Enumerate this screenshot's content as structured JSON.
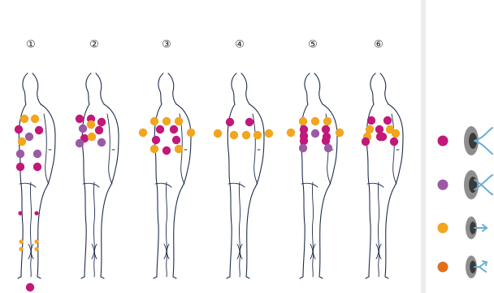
{
  "colors": {
    "magenta": "#c2187a",
    "purple": "#9c5aa6",
    "yellow": "#f2a51f",
    "orange": "#e0701c",
    "outline": "#1f2d4d",
    "divider": "#e9e9e9",
    "bubble_outer": "#8e8e8e",
    "bubble_inner": "#3a3a3a",
    "arrow": "#6aaed6"
  },
  "figures": [
    {
      "label": "①",
      "dots": [
        {
          "c": "yellow"
        },
        {
          "c": "yellow"
        },
        {
          "c": "magenta"
        },
        {
          "c": "magenta"
        },
        {
          "c": "purple"
        },
        {
          "c": "yellow"
        },
        {
          "c": "purple"
        },
        {
          "c": "purple"
        },
        {
          "c": "magenta"
        },
        {
          "c": "magenta"
        },
        {
          "c": "magenta",
          "s": "small"
        },
        {
          "c": "magenta",
          "s": "small"
        },
        {
          "c": "yellow",
          "s": "small"
        },
        {
          "c": "yellow",
          "s": "small"
        },
        {
          "c": "yellow",
          "s": "small"
        },
        {
          "c": "yellow",
          "s": "small"
        },
        {
          "c": "magenta"
        }
      ]
    },
    {
      "label": "②",
      "dots": [
        {
          "c": "magenta"
        },
        {
          "c": "magenta"
        },
        {
          "c": "purple"
        },
        {
          "c": "yellow"
        },
        {
          "c": "magenta"
        },
        {
          "c": "magenta"
        },
        {
          "c": "magenta"
        },
        {
          "c": "purple"
        },
        {
          "c": "yellow"
        },
        {
          "c": "purple"
        }
      ]
    },
    {
      "label": "③",
      "dots": [
        {
          "c": "yellow"
        },
        {
          "c": "yellow"
        },
        {
          "c": "yellow"
        },
        {
          "c": "yellow"
        },
        {
          "c": "magenta"
        },
        {
          "c": "magenta"
        },
        {
          "c": "yellow"
        },
        {
          "c": "magenta"
        },
        {
          "c": "magenta"
        },
        {
          "c": "yellow"
        },
        {
          "c": "yellow"
        },
        {
          "c": "magenta"
        }
      ]
    },
    {
      "label": "④",
      "dots": [
        {
          "c": "magenta"
        },
        {
          "c": "magenta"
        },
        {
          "c": "yellow"
        },
        {
          "c": "yellow"
        },
        {
          "c": "yellow"
        },
        {
          "c": "yellow"
        },
        {
          "c": "yellow"
        }
      ]
    },
    {
      "label": "⑤",
      "dots": [
        {
          "c": "yellow"
        },
        {
          "c": "yellow"
        },
        {
          "c": "yellow"
        },
        {
          "c": "magenta"
        },
        {
          "c": "magenta"
        },
        {
          "c": "yellow"
        },
        {
          "c": "magenta"
        },
        {
          "c": "purple"
        },
        {
          "c": "magenta"
        },
        {
          "c": "yellow"
        },
        {
          "c": "magenta"
        },
        {
          "c": "magenta"
        },
        {
          "c": "purple"
        },
        {
          "c": "purple"
        }
      ]
    },
    {
      "label": "⑥",
      "dots": [
        {
          "c": "magenta"
        },
        {
          "c": "magenta"
        },
        {
          "c": "yellow"
        },
        {
          "c": "magenta"
        },
        {
          "c": "yellow"
        },
        {
          "c": "magenta"
        },
        {
          "c": "yellow"
        },
        {
          "c": "yellow"
        },
        {
          "c": "magenta"
        },
        {
          "c": "magenta"
        },
        {
          "c": "magenta"
        }
      ]
    }
  ],
  "legend": [
    {
      "color": "magenta",
      "icon": "large-cell-curved-arrow-icon"
    },
    {
      "color": "purple",
      "icon": "large-cell-crossing-arrows-icon"
    },
    {
      "color": "yellow",
      "icon": "small-cell-straight-arrow-icon"
    },
    {
      "color": "orange",
      "icon": "small-cell-forked-arrow-icon"
    }
  ]
}
